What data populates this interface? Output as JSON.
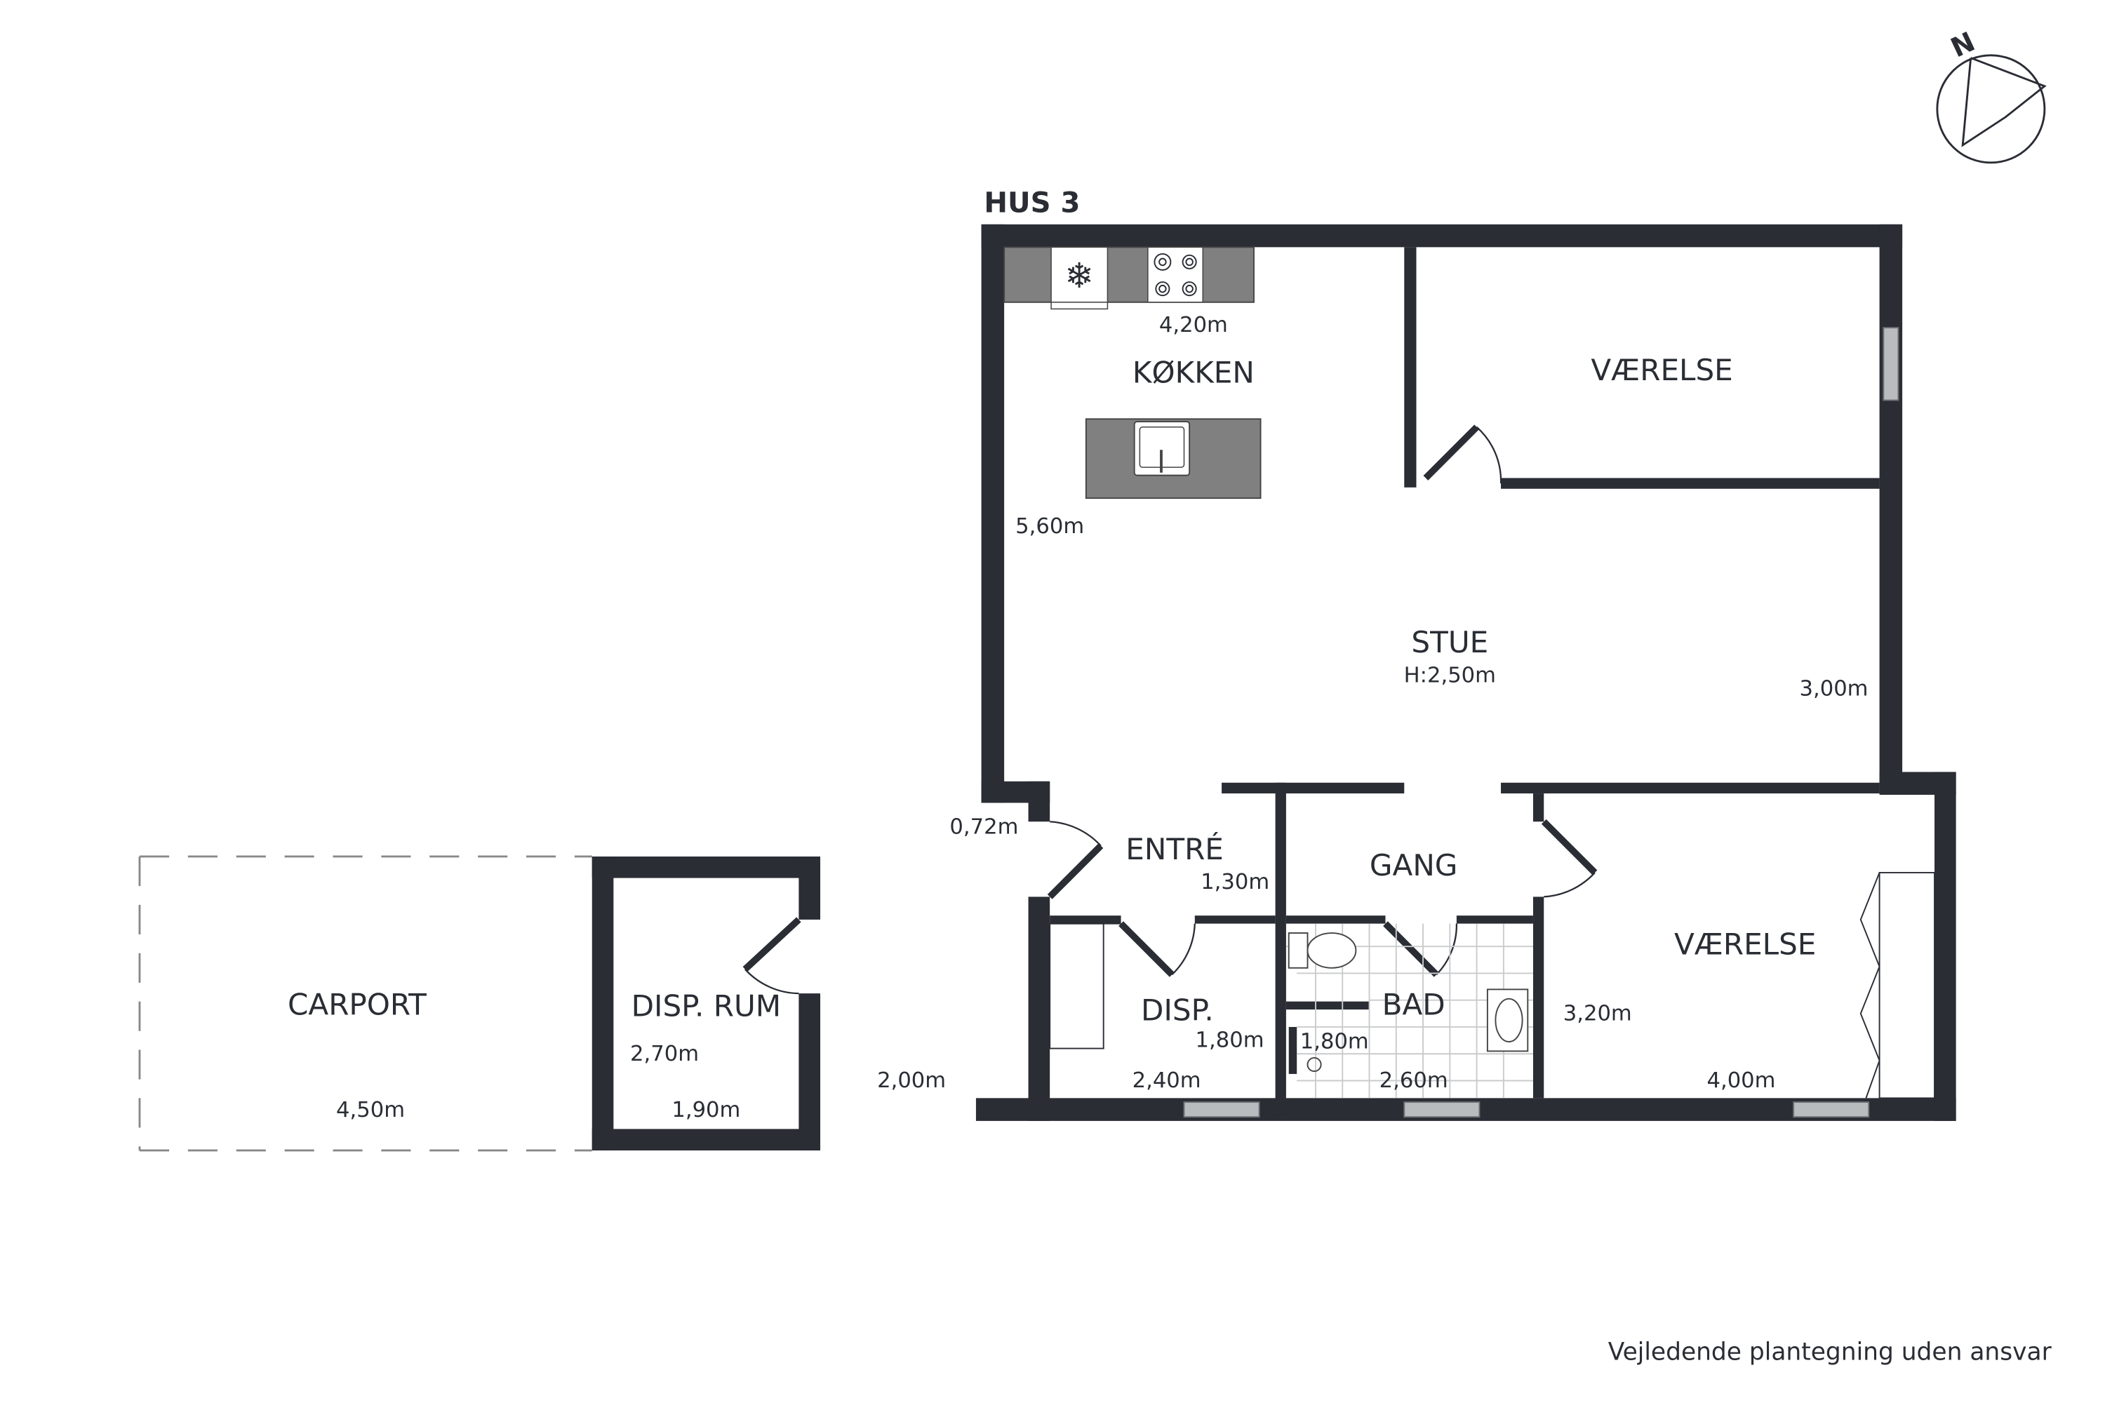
{
  "building": {
    "title": "HUS 3"
  },
  "compass": {
    "label": "N"
  },
  "rooms": {
    "kitchen": {
      "name": "KØKKEN",
      "width": "4,20m",
      "length": "5,60m"
    },
    "bedroom_top": {
      "name": "VÆRELSE"
    },
    "living": {
      "name": "STUE",
      "height": "H:2,50m",
      "width": "3,00m"
    },
    "entrance": {
      "name": "ENTRÉ",
      "dim_a": "0,72m",
      "dim_b": "1,30m"
    },
    "hall": {
      "name": "GANG"
    },
    "bedroom_bottom": {
      "name": "VÆRELSE",
      "dim_a": "3,20m",
      "dim_b": "4,00m"
    },
    "storage": {
      "name": "DISP.",
      "dim_a": "1,80m",
      "dim_b": "2,40m",
      "dim_c": "2,00m"
    },
    "bathroom": {
      "name": "BAD",
      "dim_a": "1,80m",
      "dim_b": "2,60m"
    },
    "carport": {
      "name": "CARPORT",
      "width": "4,50m"
    },
    "storage_room": {
      "name": "DISP. RUM",
      "dim_a": "2,70m",
      "dim_b": "1,90m"
    }
  },
  "footer": {
    "disclaimer": "Vejledende plantegning uden ansvar"
  },
  "colors": {
    "wall": "#2a2d34",
    "counter": "#808080"
  }
}
